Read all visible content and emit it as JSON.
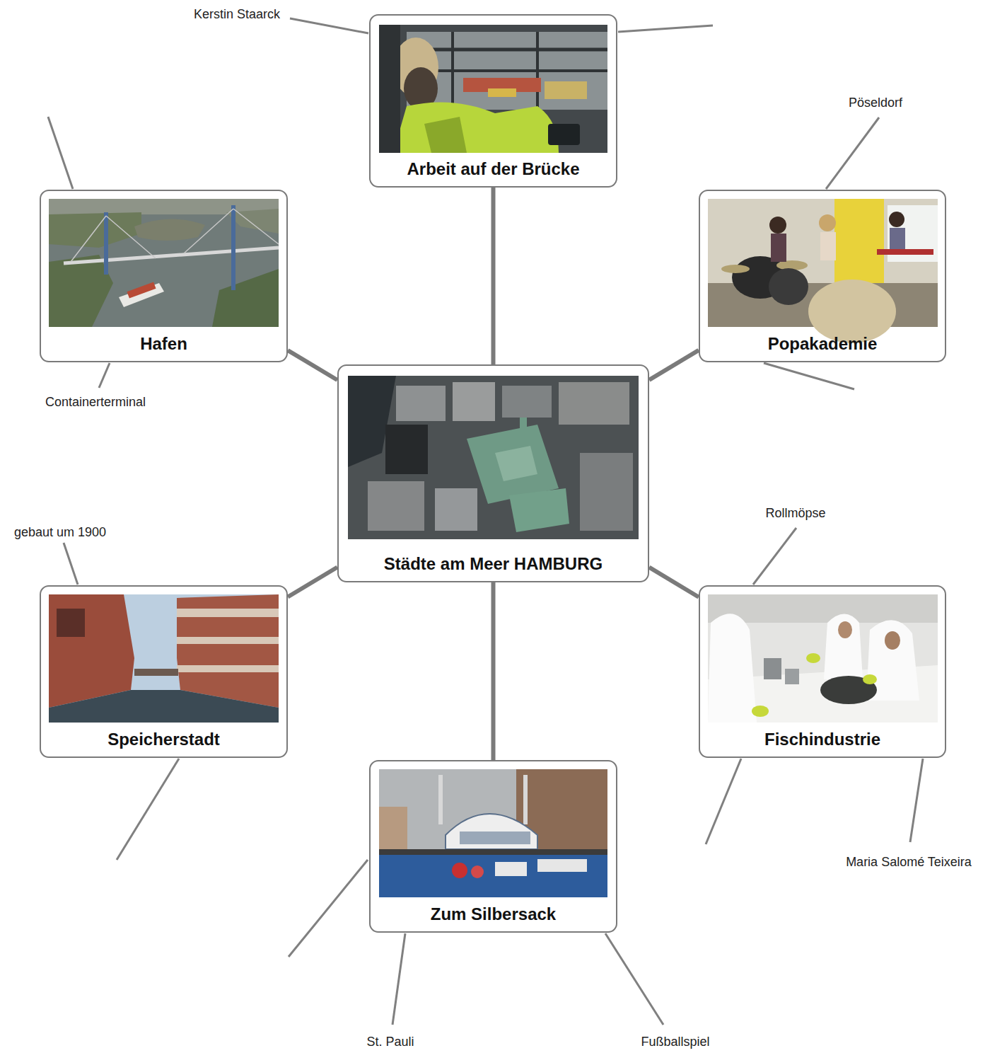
{
  "diagram": {
    "nodes": [
      {
        "text": [
          "Arbeit auf der Brücke"
        ]
      },
      {
        "text": [
          "Hafen"
        ]
      },
      {
        "text": [
          "Popakademie"
        ]
      },
      {
        "text": [
          "Städte am Meer HAMBURG"
        ]
      },
      {
        "text": [
          "Speicherstadt"
        ]
      },
      {
        "text": [
          "Fischindustrie"
        ]
      },
      {
        "text": [
          "Zum Silbersack"
        ]
      }
    ],
    "edges": [
      {
        "from": 3,
        "to": 0,
        "arrow": "none"
      },
      {
        "from": 3,
        "to": 1,
        "arrow": "none"
      },
      {
        "from": 3,
        "to": 2,
        "arrow": "none"
      },
      {
        "from": 3,
        "to": 4,
        "arrow": "none"
      },
      {
        "from": 3,
        "to": 5,
        "arrow": "none"
      },
      {
        "from": 3,
        "to": 6,
        "arrow": "none"
      }
    ],
    "labels": [
      "Kerstin Staarck",
      "Pöseldorf",
      "Containerterminal",
      "gebaut um 1900",
      "Rollmöpse",
      "Maria Salomé Teixeira",
      "St. Pauli",
      "Fußballspiel"
    ]
  }
}
